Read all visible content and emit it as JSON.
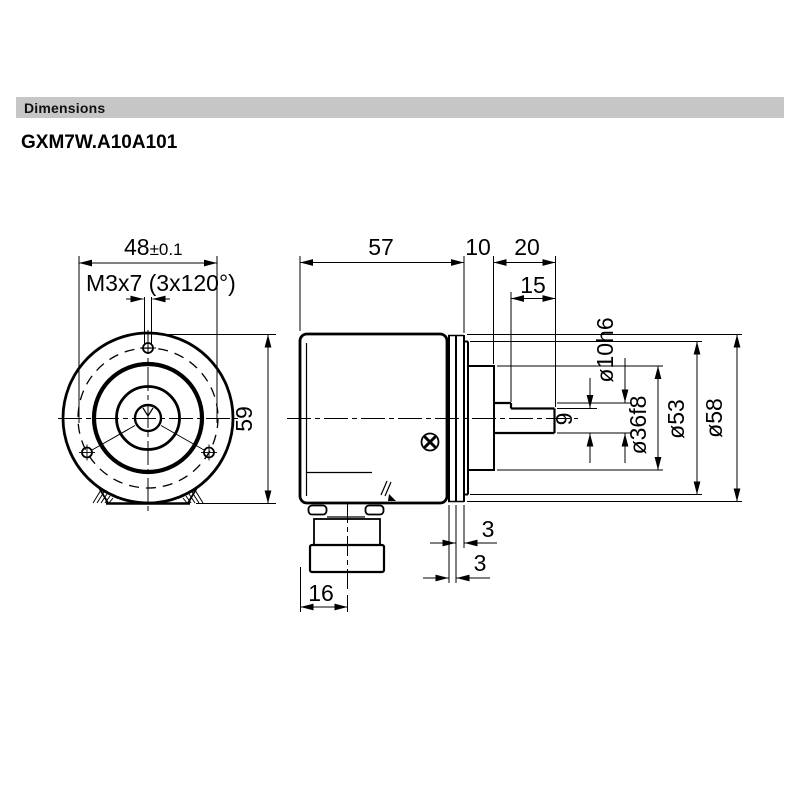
{
  "header": {
    "title": "Dimensions"
  },
  "product": {
    "model": "GXM7W.A10A101"
  },
  "front": {
    "bolt_circle": "48",
    "bolt_tol": "±0.1",
    "screw_spec": "M3x7 (3x120°)",
    "height": "59"
  },
  "side": {
    "body_length": "57",
    "spigot_length": "10",
    "shaft_length": "20",
    "flat_length": "15",
    "flat_height": "9",
    "shaft_dia": "ø10h6",
    "spigot_dia": "ø36f8",
    "step_dia": "ø53",
    "flange_dia": "ø58",
    "flange_thickness_outer": "3",
    "flange_thickness_inner": "3",
    "connector_offset": "16"
  },
  "colors": {
    "header_bar": "#c6c6c6",
    "line": "#000000",
    "background": "#ffffff"
  }
}
